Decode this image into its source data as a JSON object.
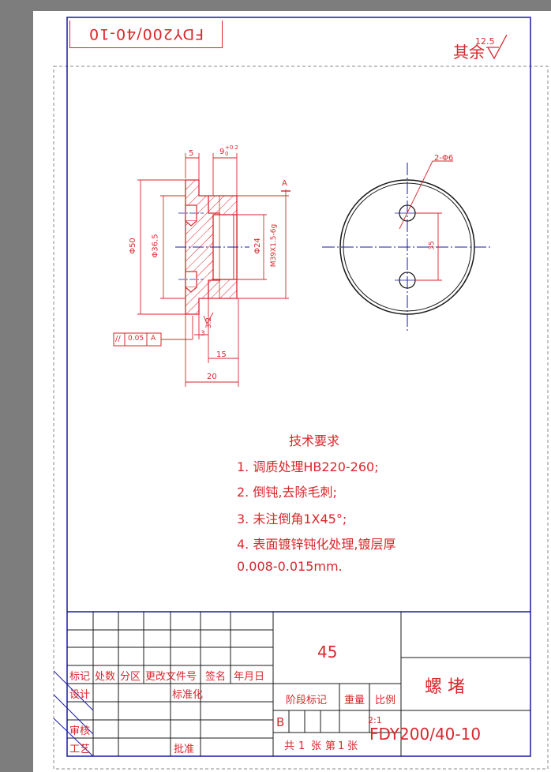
{
  "drawing_code_rotated": "FDY200/40-10",
  "roughness": {
    "label": "其余",
    "value": "12.5"
  },
  "dims": {
    "d_5": "5",
    "d_9": "9",
    "tol_9": "+0.2",
    "tol_9_lo": "0",
    "d_phi50": "Φ50",
    "d_phi36_5": "Φ36.5",
    "d_phi24": "Φ24",
    "d_thread": "M39X1.5-6g",
    "d_3": "3",
    "d_3_2": "3.2",
    "d_15": "15",
    "d_20": "20",
    "holes": "2-Φ6",
    "hole_spacing": "35",
    "datum": "A"
  },
  "tolerance_frame": {
    "symbol": "//",
    "value": "0.05",
    "datum": "A"
  },
  "notes": {
    "title": "技术要求",
    "items": [
      "1. 调质处理HB220-260;",
      "2. 倒钝,去除毛刺;",
      "3. 未注倒角1X45°;",
      "4. 表面镀锌钝化处理,镀层厚",
      "0.008-0.015mm."
    ]
  },
  "title_block": {
    "material": "45",
    "part_name": "螺  堵",
    "drawing_no": "FDY200/40-10",
    "scale": "2:1",
    "stage": "B",
    "sheets_total": "1",
    "sheet_no": "1",
    "labels": {
      "mark": "标记",
      "count": "处数",
      "zone": "分区",
      "change_doc": "更改文件号",
      "signature": "签名",
      "date": "年月日",
      "design": "设计",
      "standardize": "标准化",
      "review": "审核",
      "process": "工艺",
      "approve": "批准",
      "stage_mark": "阶段标记",
      "weight": "重量",
      "scale": "比例",
      "total": "共",
      "sheets": "张",
      "no": "第"
    }
  },
  "colors": {
    "red": "#d9262b",
    "blue": "#1a1aa0",
    "gray_bg": "#7d7d7d"
  }
}
